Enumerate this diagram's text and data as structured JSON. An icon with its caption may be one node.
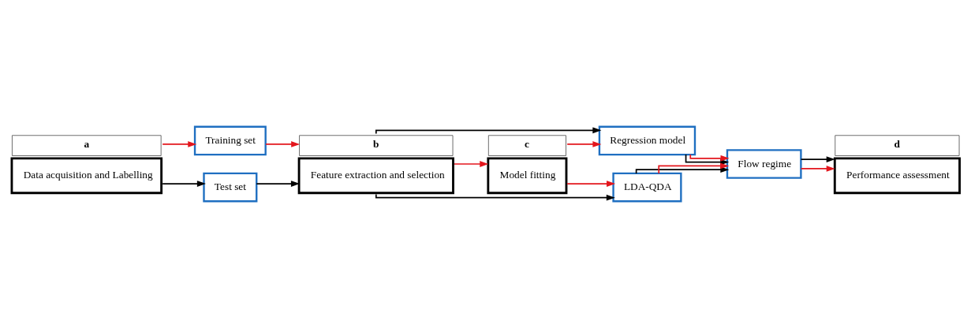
{
  "diagram": {
    "nodes": [
      {
        "text": [
          "Data acquisition and Labelling"
        ],
        "beside": [
          "a"
        ]
      },
      {
        "text": [
          "Training set"
        ]
      },
      {
        "text": [
          "Test set"
        ]
      },
      {
        "text": [
          "Feature extraction and selection"
        ],
        "beside": [
          "b"
        ]
      },
      {
        "text": [
          "Model fitting"
        ],
        "beside": [
          "c"
        ]
      },
      {
        "text": [
          "Regression model"
        ]
      },
      {
        "text": [
          "LDA-QDA"
        ]
      },
      {
        "text": [
          "Flow regime"
        ]
      },
      {
        "text": [
          "Performance assessment"
        ],
        "beside": [
          "d"
        ]
      }
    ],
    "edges": [
      {
        "from": 0,
        "to": 1,
        "arrow": "to"
      },
      {
        "from": 0,
        "to": 2,
        "arrow": "to",
        "color": "#000000"
      },
      {
        "from": 1,
        "to": 3,
        "arrow": "to"
      },
      {
        "from": 2,
        "to": 3,
        "arrow": "to",
        "color": "#000000"
      },
      {
        "from": 3,
        "to": 4,
        "arrow": "to"
      },
      {
        "from": 3,
        "to": 5,
        "arrow": "to",
        "color": "#000000"
      },
      {
        "from": 3,
        "to": 6,
        "arrow": "to",
        "color": "#000000"
      },
      {
        "from": 4,
        "to": 5,
        "arrow": "to"
      },
      {
        "from": 4,
        "to": 6,
        "arrow": "to"
      },
      {
        "from": 5,
        "to": 7,
        "arrow": "to",
        "color": "#000000"
      },
      {
        "from": 6,
        "to": 7,
        "arrow": "to",
        "color": "#000000"
      },
      {
        "from": 5,
        "to": 7,
        "arrow": "to"
      },
      {
        "from": 6,
        "to": 7,
        "arrow": "to"
      },
      {
        "from": 7,
        "to": 8,
        "arrow": "to"
      },
      {
        "from": 7,
        "to": 8,
        "arrow": "to",
        "color": "#000000"
      }
    ]
  }
}
